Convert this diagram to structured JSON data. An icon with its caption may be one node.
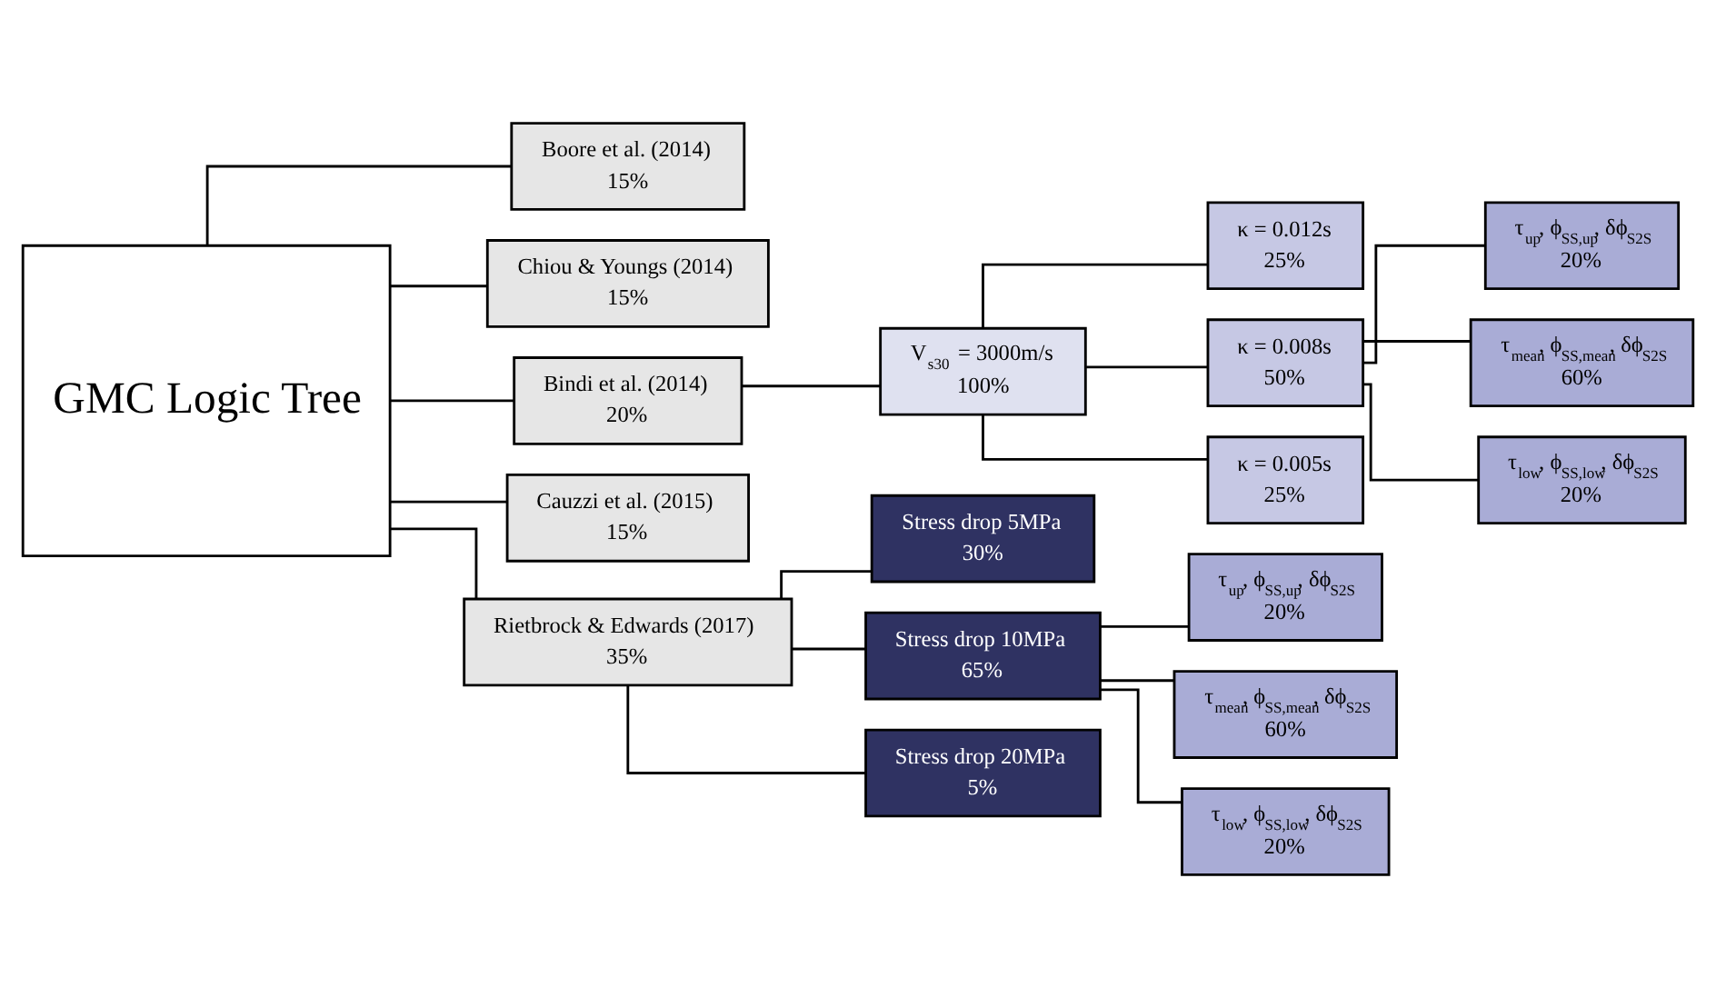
{
  "diagram": {
    "nodes": [
      {
        "text": [
          "GMC Logic Tree"
        ]
      },
      {
        "text": [
          "Boore et al. (2014)",
          "15%"
        ]
      },
      {
        "text": [
          "Chiou & Youngs (2014)",
          "15%"
        ]
      },
      {
        "text": [
          "Bindi et al. (2014)",
          "20%"
        ]
      },
      {
        "text": [
          "Cauzzi et al. (2015)",
          "15%"
        ]
      },
      {
        "text": [
          "Rietbrock & Edwards (2017)",
          "35%"
        ]
      },
      {
        "text": [
          "V$_{s30}$ = 3000m/s",
          "100%"
        ]
      },
      {
        "text": [
          "κ = 0.012s",
          "25%"
        ]
      },
      {
        "text": [
          "κ = 0.008s",
          "50%"
        ]
      },
      {
        "text": [
          "κ = 0.005s",
          "25%"
        ]
      },
      {
        "text": [
          "τ$_{up}$, ϕ$_{SS,up}$, δϕ$_{S2S}$",
          "20%"
        ]
      },
      {
        "text": [
          "τ$_{mean}$, ϕ$_{SS,mean}$, δϕ$_{S2S}$",
          "60%"
        ]
      },
      {
        "text": [
          "τ$_{low}$, ϕ$_{SS,low}$, δϕ$_{S2S}$",
          "20%"
        ]
      },
      {
        "text": [
          "Stress drop 5MPa",
          "30%"
        ]
      },
      {
        "text": [
          "Stress drop 10MPa",
          "65%"
        ]
      },
      {
        "text": [
          "Stress drop 20MPa",
          "5%"
        ]
      },
      {
        "text": [
          "τ$_{up}$, ϕ$_{SS,up}$, δϕ$_{S2S}$",
          "20%"
        ]
      },
      {
        "text": [
          "τ$_{mean}$, ϕ$_{SS,mean}$, δϕ$_{S2S}$",
          "60%"
        ]
      },
      {
        "text": [
          "τ$_{low}$, ϕ$_{SS,low}$, δϕ$_{S2S}$",
          "20%"
        ]
      }
    ],
    "edges": [
      {
        "from": 0,
        "to": 1,
        "arrow": "none"
      },
      {
        "from": 0,
        "to": 2,
        "arrow": "none"
      },
      {
        "from": 0,
        "to": 3,
        "arrow": "none"
      },
      {
        "from": 0,
        "to": 4,
        "arrow": "none"
      },
      {
        "from": 0,
        "to": 5,
        "arrow": "none"
      },
      {
        "from": 3,
        "to": 6,
        "arrow": "none"
      },
      {
        "from": 6,
        "to": 7,
        "arrow": "none"
      },
      {
        "from": 6,
        "to": 8,
        "arrow": "none"
      },
      {
        "from": 6,
        "to": 9,
        "arrow": "none"
      },
      {
        "from": 8,
        "to": 10,
        "arrow": "none"
      },
      {
        "from": 8,
        "to": 11,
        "arrow": "none"
      },
      {
        "from": 8,
        "to": 12,
        "arrow": "none"
      },
      {
        "from": 5,
        "to": 13,
        "arrow": "none"
      },
      {
        "from": 5,
        "to": 14,
        "arrow": "none"
      },
      {
        "from": 5,
        "to": 15,
        "arrow": "none"
      },
      {
        "from": 14,
        "to": 16,
        "arrow": "none"
      },
      {
        "from": 14,
        "to": 17,
        "arrow": "none"
      },
      {
        "from": 14,
        "to": 18,
        "arrow": "none"
      }
    ]
  }
}
